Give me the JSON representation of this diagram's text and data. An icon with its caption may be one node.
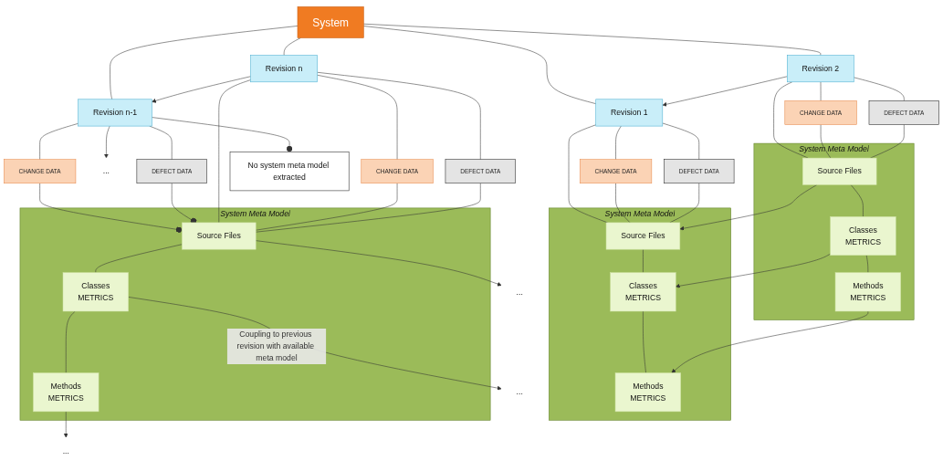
{
  "diagram": {
    "nodes": [
      {
        "text": [
          "System"
        ]
      },
      {
        "text": [
          "Revision 1"
        ]
      },
      {
        "text": [
          "Revision 2"
        ]
      },
      {
        "text": [
          "..."
        ]
      },
      {
        "text": [
          "Revision n-1"
        ]
      },
      {
        "text": [
          "Revision n"
        ]
      },
      {
        "text": [
          "CHANGE DATA"
        ]
      },
      {
        "text": [
          "DEFECT DATA"
        ]
      },
      {
        "text": [
          "CHANGE DATA"
        ]
      },
      {
        "text": [
          "DEFECT DATA"
        ]
      },
      {
        "text": [
          "No system meta model extracted"
        ]
      },
      {
        "text": [
          "CHANGE DATA"
        ]
      },
      {
        "text": [
          "DEFECT DATA"
        ]
      },
      {
        "text": [
          "CHANGE DATA"
        ]
      },
      {
        "text": [
          "DEFECT DATA"
        ]
      },
      {
        "text": [
          "System Meta Model"
        ]
      },
      {
        "text": [
          "Source Files"
        ],
        "in": 15
      },
      {
        "text": [
          "Classes",
          "METRICS"
        ],
        "in": 15
      },
      {
        "text": [
          "Methods",
          "METRICS"
        ],
        "in": 15
      },
      {
        "text": [
          "System Meta Model"
        ]
      },
      {
        "text": [
          "Source Files"
        ],
        "in": 19
      },
      {
        "text": [
          "Classes",
          "METRICS"
        ],
        "in": 19
      },
      {
        "text": [
          "Methods",
          "METRICS"
        ],
        "in": 19
      },
      {
        "text": [
          "..."
        ]
      },
      {
        "text": [
          "..."
        ]
      },
      {
        "text": [
          "..."
        ]
      },
      {
        "text": [
          "System Meta Model"
        ]
      },
      {
        "text": [
          "Source Files"
        ],
        "in": 26
      },
      {
        "text": [
          "Classes",
          "METRICS"
        ],
        "in": 26
      },
      {
        "text": [
          "Methods",
          "METRICS"
        ],
        "in": 26
      }
    ],
    "edges": [
      {
        "from": 0,
        "to": 1,
        "arrow": "none"
      },
      {
        "from": 0,
        "to": 2,
        "arrow": "none"
      },
      {
        "from": 0,
        "to": 4,
        "arrow": "none"
      },
      {
        "from": 0,
        "to": 5,
        "arrow": "none"
      },
      {
        "from": 2,
        "to": 1,
        "arrow": "to"
      },
      {
        "from": 4,
        "to": 3,
        "arrow": "to"
      },
      {
        "from": 5,
        "to": 4,
        "arrow": "to"
      },
      {
        "from": 1,
        "to": 6,
        "arrow": "none"
      },
      {
        "from": 1,
        "to": 7,
        "arrow": "none"
      },
      {
        "from": 1,
        "to": 16,
        "arrow": "none"
      },
      {
        "from": 6,
        "to": 16,
        "arrow": "none"
      },
      {
        "from": 7,
        "to": 16,
        "arrow": "none"
      },
      {
        "from": 2,
        "to": 8,
        "arrow": "none"
      },
      {
        "from": 2,
        "to": 9,
        "arrow": "none"
      },
      {
        "from": 2,
        "to": 20,
        "arrow": "none"
      },
      {
        "from": 8,
        "to": 20,
        "arrow": "none"
      },
      {
        "from": 9,
        "to": 20,
        "arrow": "none"
      },
      {
        "from": 4,
        "to": 10,
        "arrow": "other"
      },
      {
        "from": 4,
        "to": 11,
        "arrow": "none"
      },
      {
        "from": 4,
        "to": 12,
        "arrow": "none"
      },
      {
        "from": 11,
        "to": 27,
        "arrow": "other"
      },
      {
        "from": 12,
        "to": 27,
        "arrow": "other"
      },
      {
        "from": 5,
        "to": 13,
        "arrow": "none"
      },
      {
        "from": 5,
        "to": 14,
        "arrow": "none"
      },
      {
        "from": 5,
        "to": 27,
        "arrow": "none"
      },
      {
        "from": 13,
        "to": 27,
        "arrow": "none"
      },
      {
        "from": 14,
        "to": 27,
        "arrow": "none"
      },
      {
        "from": 16,
        "to": 17,
        "arrow": "none"
      },
      {
        "from": 17,
        "to": 18,
        "arrow": "none"
      },
      {
        "from": 20,
        "to": 21,
        "arrow": "none"
      },
      {
        "from": 21,
        "to": 22,
        "arrow": "none"
      },
      {
        "from": 27,
        "to": 28,
        "arrow": "none"
      },
      {
        "from": 28,
        "to": 29,
        "arrow": "none"
      },
      {
        "from": 20,
        "to": 16,
        "arrow": "to"
      },
      {
        "from": 21,
        "to": 17,
        "arrow": "to"
      },
      {
        "from": 22,
        "to": 18,
        "arrow": "to"
      },
      {
        "from": 27,
        "to": 23,
        "arrow": "to"
      },
      {
        "from": 28,
        "to": 24,
        "label": "Coupling to previous revision with available meta model",
        "arrow": "to"
      },
      {
        "from": 29,
        "to": 25,
        "arrow": "to"
      }
    ]
  }
}
